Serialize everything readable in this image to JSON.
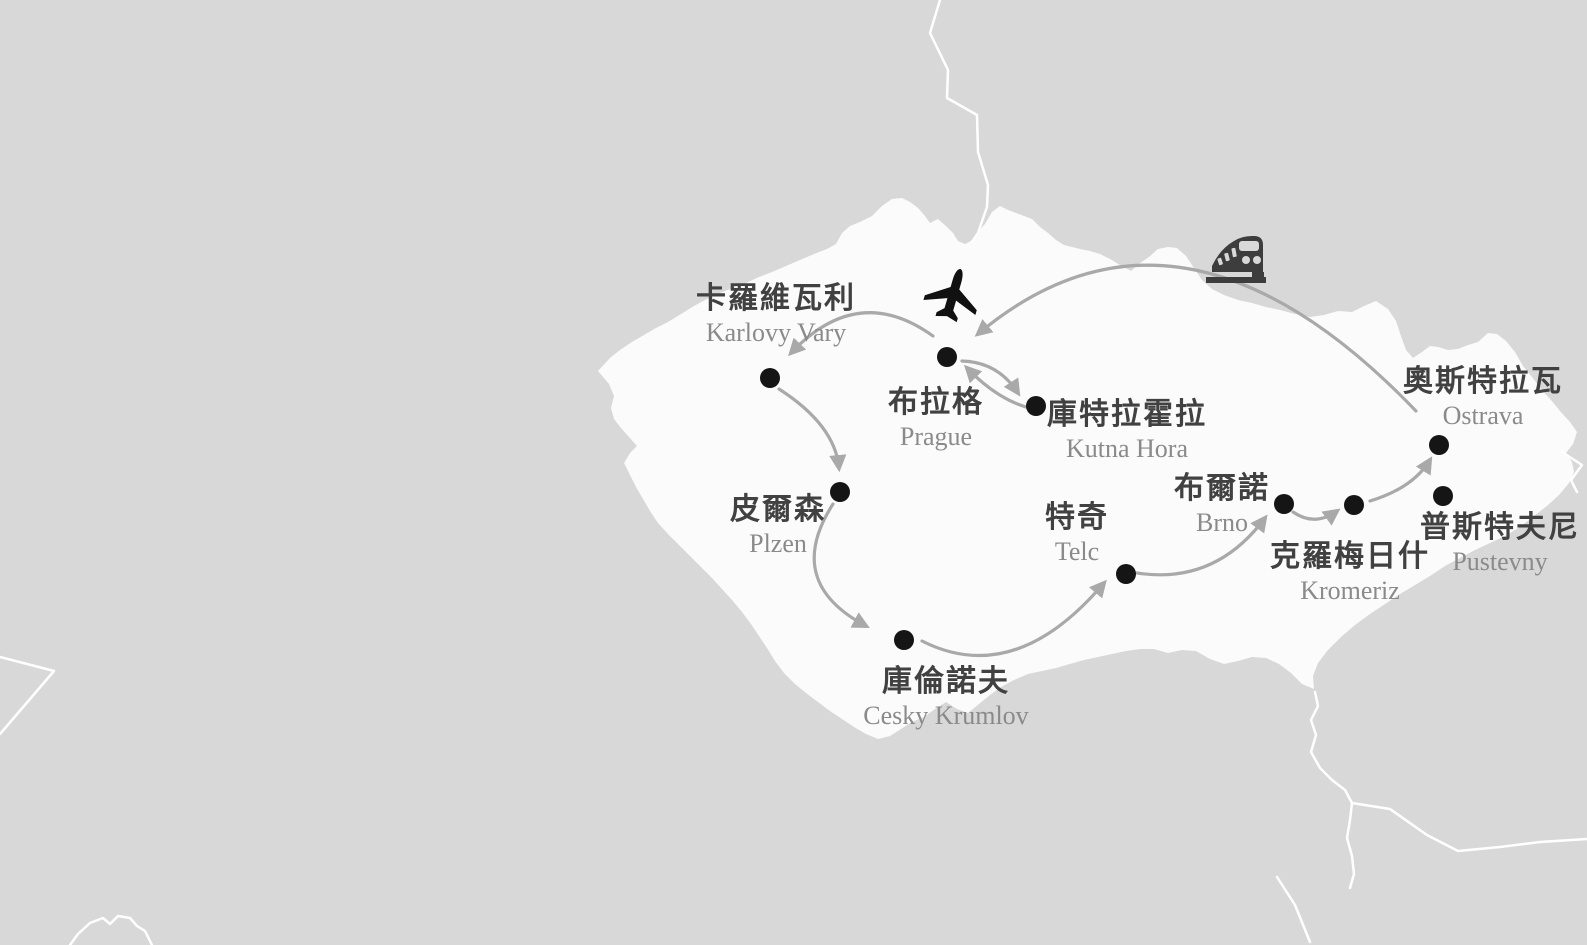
{
  "map": {
    "region": "Czech Republic touring route",
    "colors": {
      "background": "#d8d8d8",
      "country_fill": "#fbfbfb",
      "neighbor_border_line": "#ffffff",
      "route_line": "#a9a9a9",
      "city_dot": "#151515",
      "icon_dark": "#3d3d3d",
      "label_zh": "#414141",
      "label_en": "#8a8a8a"
    }
  },
  "cities": [
    {
      "id": "karlovy-vary",
      "zh": "卡羅維瓦利",
      "en": "Karlovy Vary"
    },
    {
      "id": "prague",
      "zh": "布拉格",
      "en": "Prague"
    },
    {
      "id": "kutna-hora",
      "zh": "庫特拉霍拉",
      "en": "Kutna Hora"
    },
    {
      "id": "plzen",
      "zh": "皮爾森",
      "en": "Plzen"
    },
    {
      "id": "cesky-krumlov",
      "zh": "庫倫諾夫",
      "en": "Cesky Krumlov"
    },
    {
      "id": "telc",
      "zh": "特奇",
      "en": "Telc"
    },
    {
      "id": "brno",
      "zh": "布爾諾",
      "en": "Brno"
    },
    {
      "id": "kromeriz",
      "zh": "克羅梅日什",
      "en": "Kromeriz"
    },
    {
      "id": "ostrava",
      "zh": "奧斯特拉瓦",
      "en": "Ostrava"
    },
    {
      "id": "pustevny",
      "zh": "普斯特夫尼",
      "en": "Pustevny"
    }
  ],
  "icons": [
    {
      "name": "airplane-icon",
      "glyph": "✈"
    },
    {
      "name": "train-icon",
      "glyph": "🚆"
    }
  ],
  "routes": [
    {
      "from": "prague",
      "to": "karlovy-vary"
    },
    {
      "from": "prague",
      "to": "kutna-hora"
    },
    {
      "from": "kutna-hora",
      "to": "prague"
    },
    {
      "from": "karlovy-vary",
      "to": "plzen"
    },
    {
      "from": "plzen",
      "to": "cesky-krumlov"
    },
    {
      "from": "cesky-krumlov",
      "to": "telc"
    },
    {
      "from": "telc",
      "to": "brno"
    },
    {
      "from": "brno",
      "to": "kromeriz"
    },
    {
      "from": "kromeriz",
      "to": "ostrava"
    },
    {
      "from": "ostrava",
      "to": "prague",
      "mode": "train"
    }
  ]
}
